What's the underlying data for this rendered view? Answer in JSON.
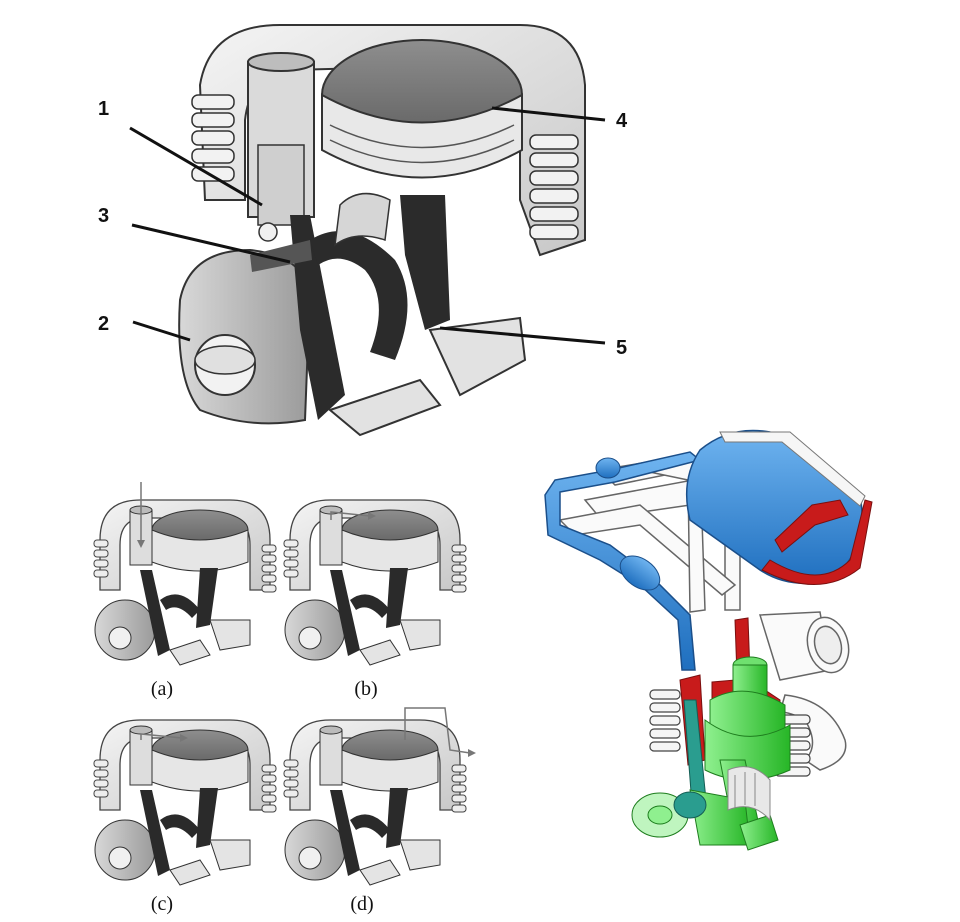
{
  "main_figure": {
    "labels": [
      "1",
      "2",
      "3",
      "4",
      "5"
    ],
    "style": "grayscale cutaway of opposed-cylinder engine with ringed cylinder blocks, pistons, connecting rods and crank"
  },
  "sub_figures": {
    "captions": [
      "(a)",
      "(b)",
      "(c)",
      "(d)"
    ]
  },
  "model_3d": {
    "colors": {
      "air_tank": "#2f86d6",
      "tank_band": "#c81b1b",
      "piston_cylinder": "#3ddc3d",
      "valve": "#c81b1b",
      "rod": "#2a9d8f"
    }
  },
  "icons": [
    "engine-cutaway",
    "engine-3d-model",
    "flow-arrow"
  ]
}
